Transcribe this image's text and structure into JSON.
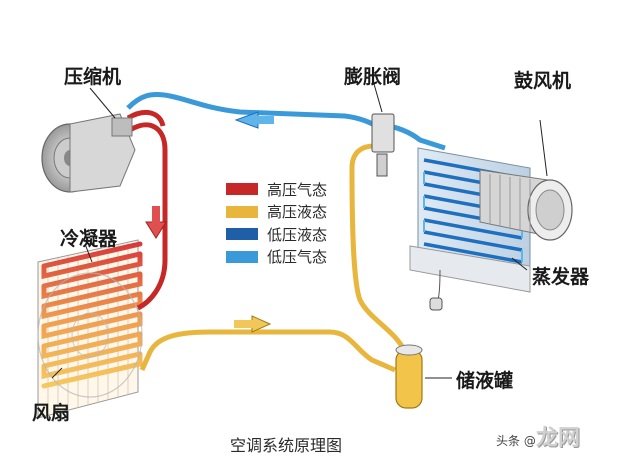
{
  "labels": {
    "compressor": "压缩机",
    "expansion_valve": "膨胀阀",
    "blower": "鼓风机",
    "condenser": "冷凝器",
    "evaporator": "蒸发器",
    "receiver_drier": "储液罐",
    "fan": "风扇"
  },
  "legend": [
    {
      "label": "高压气态",
      "color": "#c62828"
    },
    {
      "label": "高压液态",
      "color": "#e8b63c"
    },
    {
      "label": "低压液态",
      "color": "#1e5fa8"
    },
    {
      "label": "低压气态",
      "color": "#3a9ad9"
    }
  ],
  "caption": "空调系统原理图",
  "watermark": {
    "source": "头条 @",
    "brand": "龙网"
  }
}
